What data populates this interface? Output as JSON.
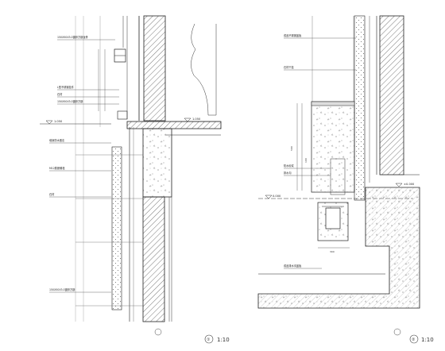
{
  "detail_1": {
    "notes": [
      "150X50X3.0镀锌方钢龙骨",
      "L型不锈钢挂件",
      "石材",
      "150X50X3.0镀锌方钢",
      "墙身防水做法",
      "M12膨胀螺栓",
      "石材",
      "150X50X3.0镀锌方钢"
    ],
    "levels": [
      "1.050",
      "1.050"
    ],
    "number": "①",
    "scale": "1:10"
  },
  "detail_2": {
    "notes": [
      "成品不锈钢盖板",
      "石材干挂",
      "防水砂浆",
      "排水沟",
      "成品排水沟盖板"
    ],
    "levels": [
      "0.000",
      "±0.000"
    ],
    "dims": [
      "500",
      "300",
      "100"
    ],
    "number": "②",
    "scale": "1:10"
  }
}
